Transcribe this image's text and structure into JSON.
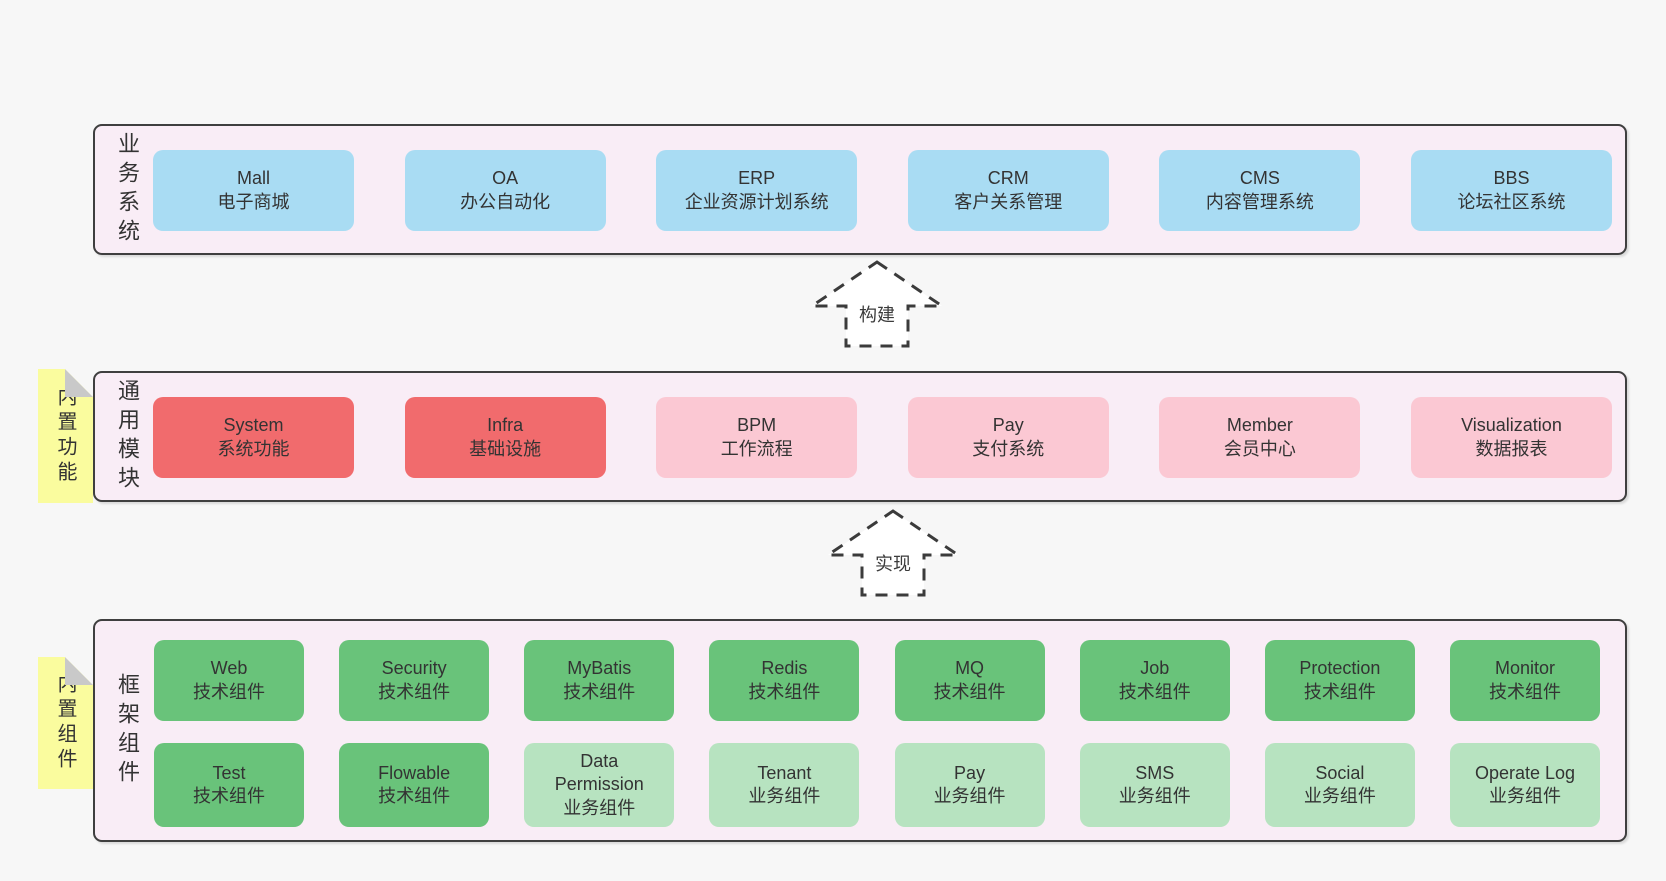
{
  "colors": {
    "page_bg": "#f7f7f7",
    "layer_bg": "#f9edf6",
    "layer_border": "#3f3f3f",
    "box_blue": "#a9dcf3",
    "box_red": "#f16b6d",
    "box_pink": "#fbc8d3",
    "box_green": "#69c37a",
    "box_light_green": "#b7e3c0",
    "tab_yellow": "#fafc9e",
    "tab_fold_gray": "#c9c9c9",
    "text": "#333333"
  },
  "layers": [
    {
      "label": "业务系统",
      "rows": [
        [
          {
            "title": "Mall",
            "subtitle": "电子商城"
          },
          {
            "title": "OA",
            "subtitle": "办公自动化"
          },
          {
            "title": "ERP",
            "subtitle": "企业资源计划系统"
          },
          {
            "title": "CRM",
            "subtitle": "客户关系管理"
          },
          {
            "title": "CMS",
            "subtitle": "内容管理系统"
          },
          {
            "title": "BBS",
            "subtitle": "论坛社区系统"
          }
        ]
      ]
    },
    {
      "label": "通用模块",
      "tab": "内置功能",
      "rows": [
        [
          {
            "title": "System",
            "subtitle": "系统功能"
          },
          {
            "title": "Infra",
            "subtitle": "基础设施"
          },
          {
            "title": "BPM",
            "subtitle": "工作流程"
          },
          {
            "title": "Pay",
            "subtitle": "支付系统"
          },
          {
            "title": "Member",
            "subtitle": "会员中心"
          },
          {
            "title": "Visualization",
            "subtitle": "数据报表"
          }
        ]
      ]
    },
    {
      "label": "框架组件",
      "tab": "内置组件",
      "rows": [
        [
          {
            "title": "Web",
            "subtitle": "技术组件"
          },
          {
            "title": "Security",
            "subtitle": "技术组件"
          },
          {
            "title": "MyBatis",
            "subtitle": "技术组件"
          },
          {
            "title": "Redis",
            "subtitle": "技术组件"
          },
          {
            "title": "MQ",
            "subtitle": "技术组件"
          },
          {
            "title": "Job",
            "subtitle": "技术组件"
          },
          {
            "title": "Protection",
            "subtitle": "技术组件"
          },
          {
            "title": "Monitor",
            "subtitle": "技术组件"
          }
        ],
        [
          {
            "title": "Test",
            "subtitle": "技术组件"
          },
          {
            "title": "Flowable",
            "subtitle": "技术组件"
          },
          {
            "title": "Data Permission",
            "subtitle": "业务组件"
          },
          {
            "title": "Tenant",
            "subtitle": "业务组件"
          },
          {
            "title": "Pay",
            "subtitle": "业务组件"
          },
          {
            "title": "SMS",
            "subtitle": "业务组件"
          },
          {
            "title": "Social",
            "subtitle": "业务组件"
          },
          {
            "title": "Operate Log",
            "subtitle": "业务组件"
          }
        ]
      ]
    }
  ],
  "arrows": [
    {
      "label": "构建"
    },
    {
      "label": "实现"
    }
  ]
}
